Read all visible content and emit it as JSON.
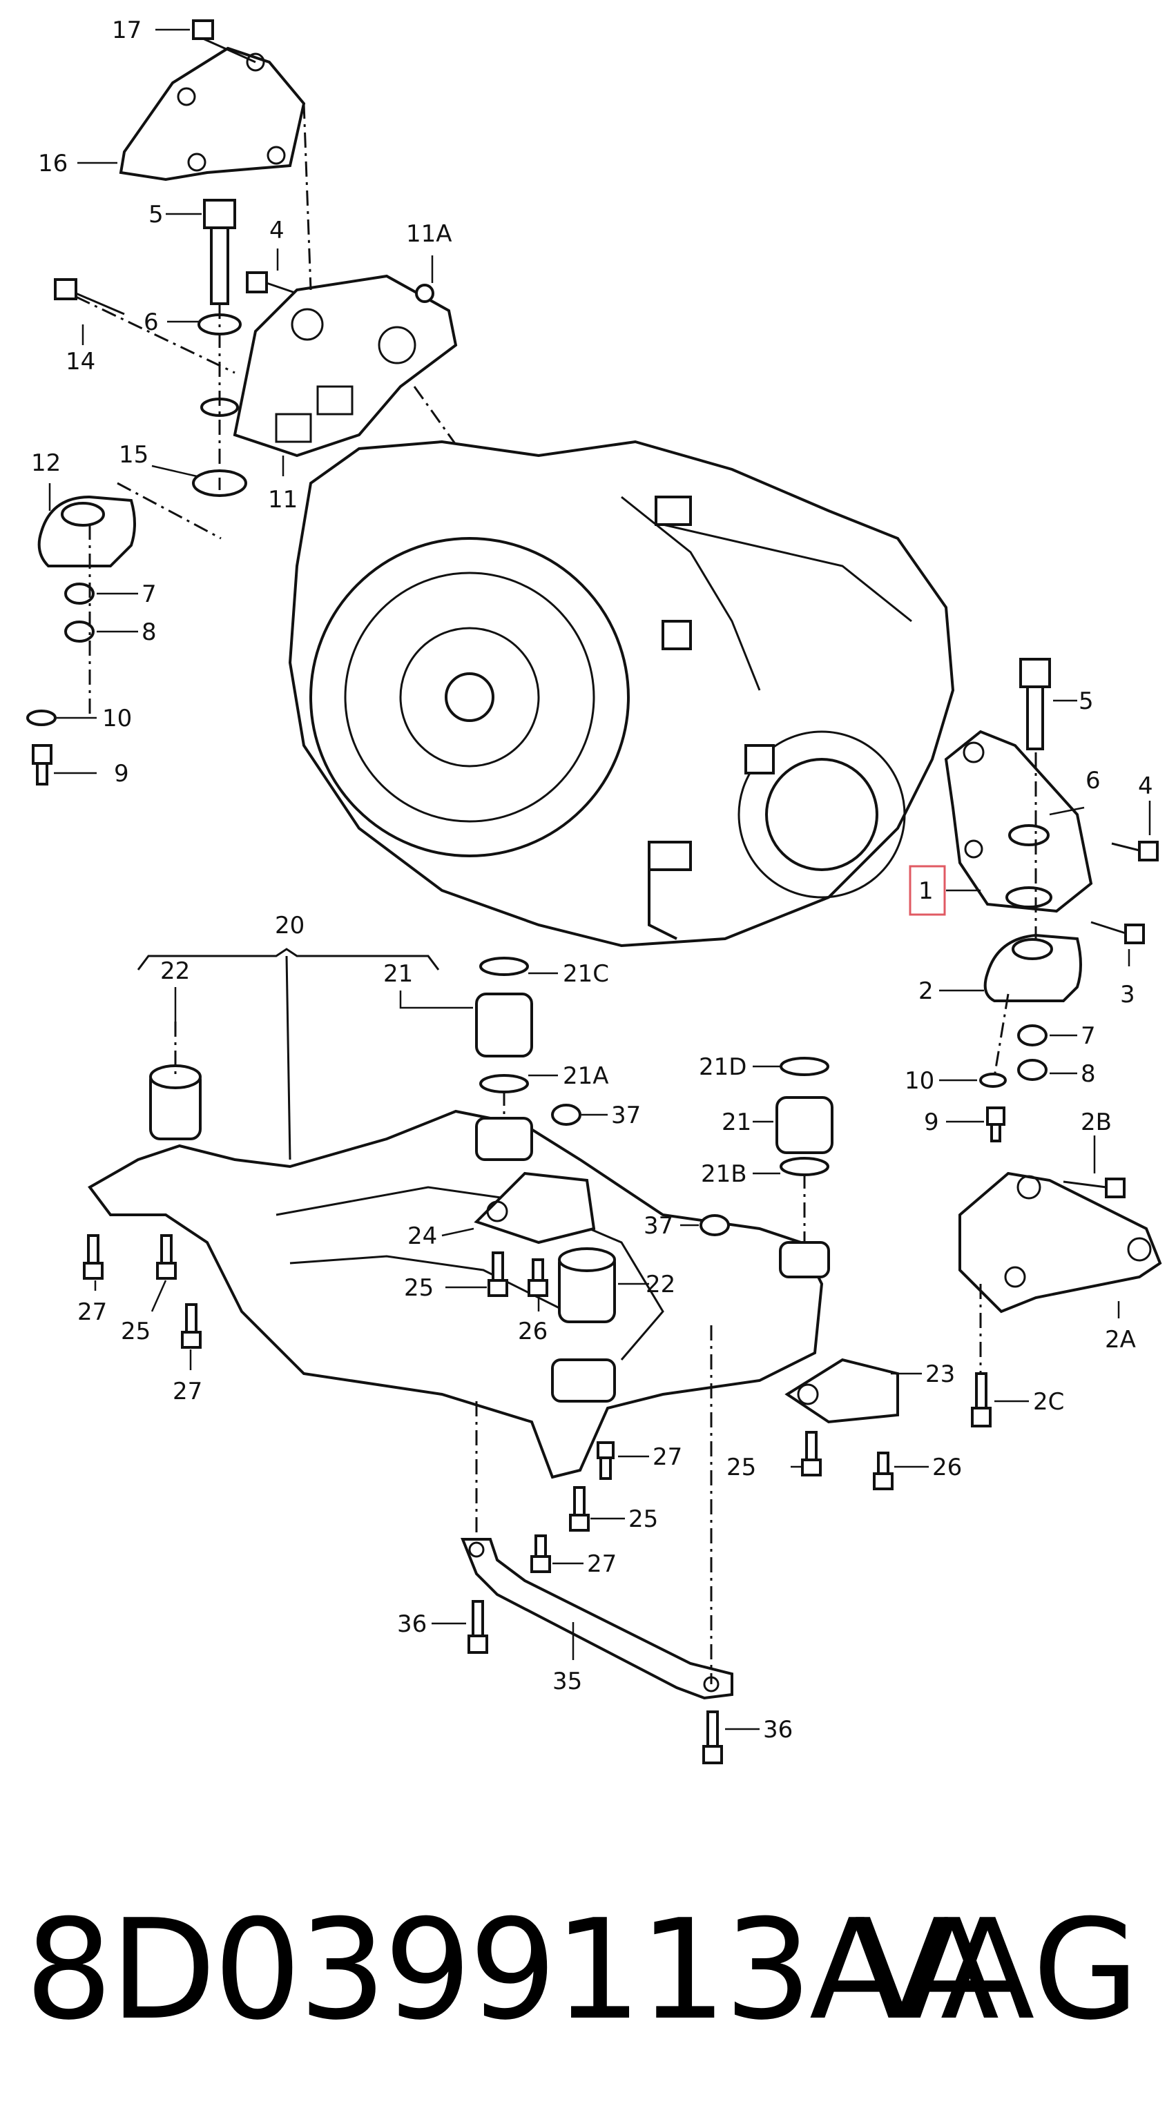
{
  "diagram": {
    "callouts": {
      "c17": "17",
      "c16": "16",
      "c5a": "5",
      "c4a": "4",
      "c11A": "11A",
      "c14": "14",
      "c6a": "6",
      "c11": "11",
      "c12": "12",
      "c15": "15",
      "c7a": "7",
      "c8a": "8",
      "c10a": "10",
      "c9a": "9",
      "c5b": "5",
      "c6b": "6",
      "c4b": "4",
      "c1": "1",
      "c2": "2",
      "c3": "3",
      "c7b": "7",
      "c8b": "8",
      "c10b": "10",
      "c9b": "9",
      "c20": "20",
      "c22a": "22",
      "c21": "21",
      "c21C": "21C",
      "c21A": "21A",
      "c37a": "37",
      "c21D": "21D",
      "c21b": "21",
      "c21B": "21B",
      "c2B": "2B",
      "c24": "24",
      "c37b": "37",
      "c22b": "22",
      "c25a": "25",
      "c26a": "26",
      "c27a": "27",
      "c25b": "25",
      "c27b": "27",
      "c2A": "2A",
      "c23": "23",
      "c2C": "2C",
      "c27c": "27",
      "c25c": "25",
      "c26b": "26",
      "c25d": "25",
      "c27d": "27",
      "c36a": "36",
      "c35": "35",
      "c36b": "36"
    },
    "highlight_color": "#e05a63"
  },
  "footer": {
    "part_number": "8D0399113AA",
    "brand": "VAG"
  }
}
